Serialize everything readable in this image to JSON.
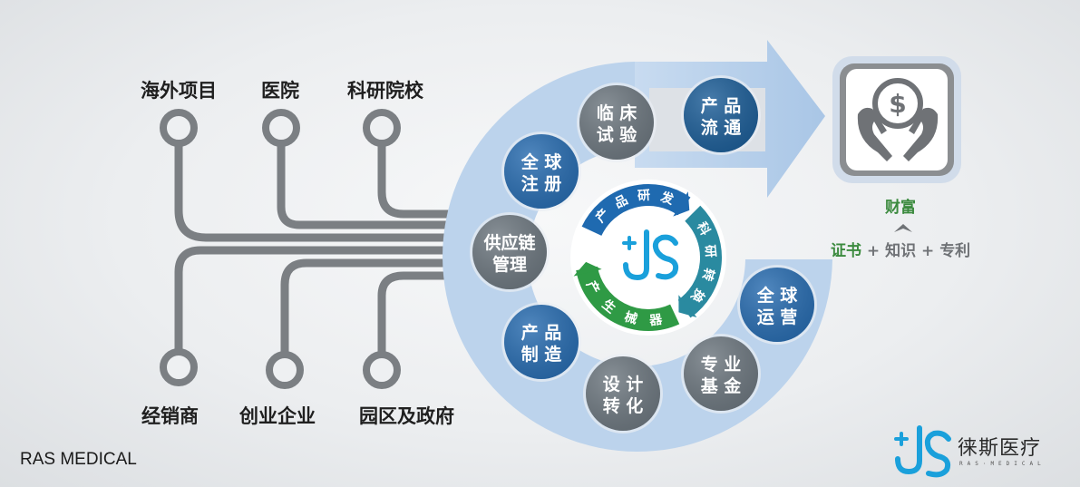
{
  "sources_top": [
    "海外项目",
    "医院",
    "科研院校"
  ],
  "sources_bottom": [
    "经销商",
    "创业企业",
    "园区及政府"
  ],
  "outer_nodes": [
    {
      "label": "临 床\n试 验",
      "color": "#6e7880"
    },
    {
      "label": "产 品\n流 通",
      "color": "#1f5f98"
    },
    {
      "label": "全 球\n注 册",
      "color": "#2a6db0"
    },
    {
      "label": "供应链\n管理",
      "color": "#6e7880"
    },
    {
      "label": "产 品\n制 造",
      "color": "#2a6db0"
    },
    {
      "label": "设 计\n转 化",
      "color": "#6e7880"
    },
    {
      "label": "专 业\n基 金",
      "color": "#6e7880"
    },
    {
      "label": "全 球\n运 营",
      "color": "#2a6db0"
    }
  ],
  "inner_cycle": [
    {
      "label": "产品研发",
      "color": "#1f6ab0"
    },
    {
      "label": "科研转换",
      "color": "#2a8aa0"
    },
    {
      "label": "器械生产",
      "color": "#2f9a45"
    }
  ],
  "outcome": {
    "title": "财富",
    "sub_items": [
      "证书",
      "+",
      "知识",
      "+",
      "专利"
    ],
    "icon": "money-hands-icon"
  },
  "brand": {
    "text": "RAS MEDICAL",
    "logo_name": "徕斯医疗",
    "logo_sub": "RAS·MEDICAL"
  },
  "colors": {
    "arrow_light": "#bcd3ec",
    "arrow_band": "#dfe2e6",
    "circuit": "#7b7f83",
    "gold_green": "#3b8a3e",
    "logo_blue": "#1aa0db"
  }
}
